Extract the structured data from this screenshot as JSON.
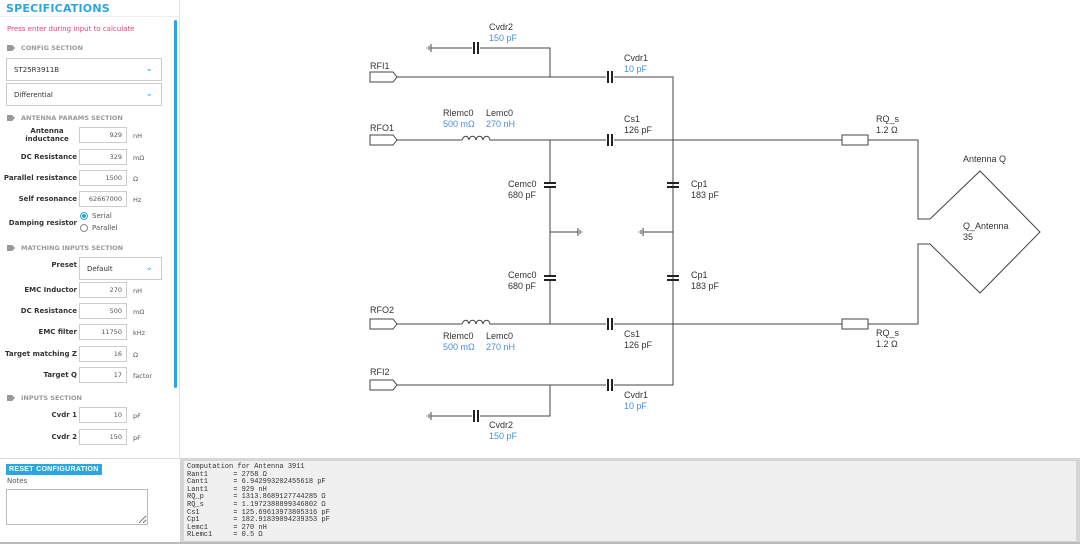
{
  "sidebar": {
    "title": "SPECIFICATIONS",
    "hint": "Press enter during input to calculate",
    "config_section": "CONFIG SECTION",
    "chip_select": "ST25R3911B",
    "mode_select": "Differential",
    "antenna_section": "ANTENNA PARAMS SECTION",
    "antenna_fields": [
      {
        "label": "Antenna inductance",
        "value": "929",
        "unit": "nH"
      },
      {
        "label": "DC Resistance",
        "value": "329",
        "unit": "mΩ"
      },
      {
        "label": "Parallel resistance",
        "value": "1500",
        "unit": "Ω"
      },
      {
        "label": "Self resonance",
        "value": "62667000",
        "unit": "Hz"
      }
    ],
    "damping_label": "Damping resistor",
    "damping_options": [
      "Serial",
      "Parallel"
    ],
    "damping_selected": "Serial",
    "matching_section": "MATCHING INPUTS SECTION",
    "preset_label": "Preset",
    "preset_value": "Default",
    "matching_fields": [
      {
        "label": "EMC Inductor",
        "value": "270",
        "unit": "nH"
      },
      {
        "label": "DC Resistance",
        "value": "500",
        "unit": "mΩ"
      },
      {
        "label": "EMC filter",
        "value": "11750",
        "unit": "kHz"
      },
      {
        "label": "Target matching Z",
        "value": "16",
        "unit": "Ω"
      },
      {
        "label": "Target Q",
        "value": "17",
        "unit": "factor"
      }
    ],
    "inputs_section": "INPUTS SECTION",
    "input_fields": [
      {
        "label": "Cvdr 1",
        "value": "10",
        "unit": "pF"
      },
      {
        "label": "Cvdr 2",
        "value": "150",
        "unit": "pF"
      }
    ]
  },
  "bottom": {
    "reset_label": "RESET CONFIGURATION",
    "notes_label": "Notes",
    "notes_value": ""
  },
  "console": {
    "text": "Computation for Antenna 3911\nRant1      = 2758 Ω\nCant1      = 6.942993202455618 pF\nLant1      = 929 nH\nRQ_p       = 1313.8689127744285 Ω\nRQ_s       = 1.1972388899346802 Ω\nCs1        = 125.69613973805316 pF\nCp1        = 182.91839094239353 pF\nLemc1      = 270 nH\nRLemc1     = 0.5 Ω"
  },
  "circuit": {
    "ports": {
      "rfi1": "RFI1",
      "rfo1": "RFO1",
      "rfo2": "RFO2",
      "rfi2": "RFI2"
    },
    "cvdr2": {
      "name": "Cvdr2",
      "value": "150 pF"
    },
    "cvdr1": {
      "name": "Cvdr1",
      "value": "10 pF"
    },
    "rlemc0": {
      "name": "Rlemc0",
      "value": "500 mΩ"
    },
    "lemc0": {
      "name": "Lemc0",
      "value": "270 nH"
    },
    "cs1": {
      "name": "Cs1",
      "value": "126 pF"
    },
    "cemc0": {
      "name": "Cemc0",
      "value": "680 pF"
    },
    "cp1": {
      "name": "Cp1",
      "value": "183 pF"
    },
    "rq_s": {
      "name": "RQ_s",
      "value": "1.2 Ω"
    },
    "antenna": {
      "title": "Antenna Q",
      "q_label": "Q_Antenna",
      "q_value": "35"
    },
    "value_color": "#4a8fdb"
  },
  "colors": {
    "accent": "#2aa7df",
    "hint": "#e8407a"
  }
}
